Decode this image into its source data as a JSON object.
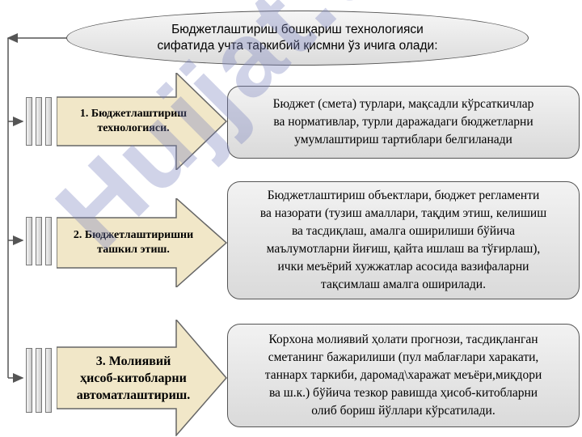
{
  "title": "Бюджетлаштириш бошқариш технологияси\nсифатида  учта таркибий қисмни ўз ичига олади:",
  "watermark": "Hujjat.uz",
  "colors": {
    "arrow_fill": "#f1e7c8",
    "box_fill": "#e6e6e6",
    "connector": "#555555"
  },
  "items": [
    {
      "arrow_label": "1. Бюджетлаштириш\nтехнологияси.",
      "description": "Бюджет (смета) турлари, мақсадли кўрсаткичлар\nва нормативлар, турли даражадаги бюджетларни\nумумлаштириш тартиблари белгиланади"
    },
    {
      "arrow_label": "2. Бюджетлаштиришни\nташкил этиш.",
      "description": "Бюджетлаштириш объектлари, бюджет регламенти\nва назорати (тузиш амаллари, тақдим этиш, келишиш\nва тасдиқлаш, амалга оширилиши бўйича\nмаълумотларни йиғиш, қайта ишлаш ва тўғирлаш),\nички меъёрий хужжатлар асосида вазифаларни\nтақсимлаш амалга оширилади."
    },
    {
      "arrow_label": "3. Молиявий\nҳисоб-китобларни\nавтоматлаштириш.",
      "description": "Корхона молиявий ҳолати прогнози, тасдиқланган\nсметанинг бажарилиши (пул маблағлари харакати,\nтаннарх таркиби, даромад\\харажат меъёри,миқдори\nва ш.к.) бўйича тезкор равишда ҳисоб-китобларни\nолиб бориш йўллари кўрсатилади."
    }
  ]
}
